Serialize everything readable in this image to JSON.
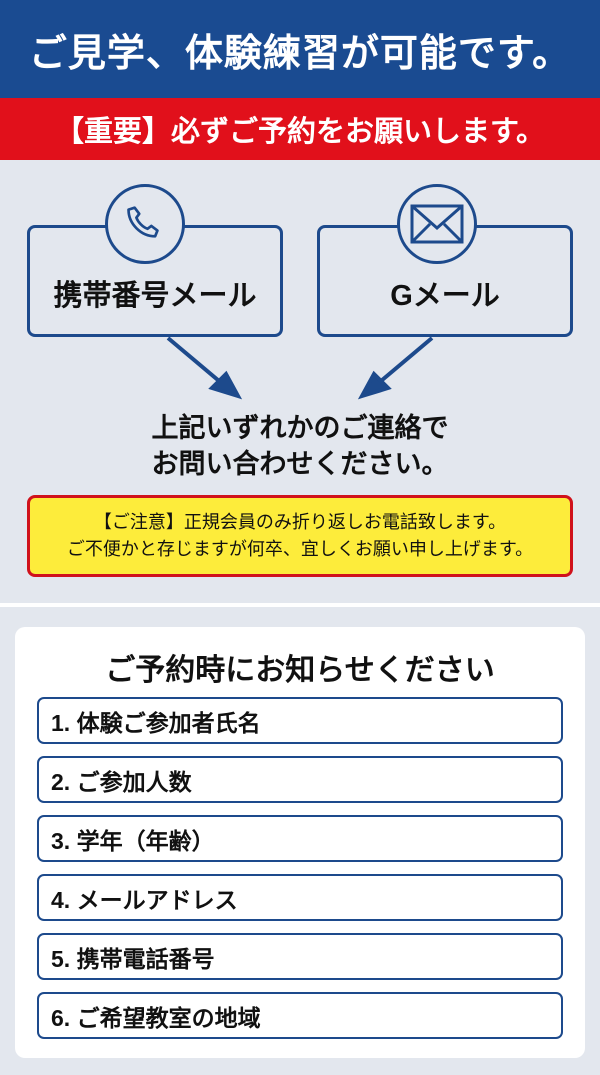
{
  "header": {
    "title": "ご見学、体験練習が可能です。"
  },
  "banner": {
    "text": "【重要】必ずご予約をお願いします。"
  },
  "contacts": [
    {
      "label": "携帯番号メール",
      "icon": "phone-icon"
    },
    {
      "label": "Gメール",
      "icon": "mail-icon"
    }
  ],
  "message": {
    "line1": "上記いずれかのご連絡で",
    "line2": "お問い合わせください。"
  },
  "notice": {
    "line1": "【ご注意】正規会員のみ折り返しお電話致します。",
    "line2": "ご不便かと存じますが何卒、宜しくお願い申し上げます。"
  },
  "checklist": {
    "title": "ご予約時にお知らせください",
    "items": [
      "1. 体験ご参加者氏名",
      "2. ご参加人数",
      "3. 学年（年齢）",
      "4. メールアドレス",
      "5. 携帯電話番号",
      "6. ご希望教室の地域"
    ]
  },
  "colors": {
    "blue": "#1a4b91",
    "red": "#e1101b",
    "yellow": "#fdec3b"
  }
}
